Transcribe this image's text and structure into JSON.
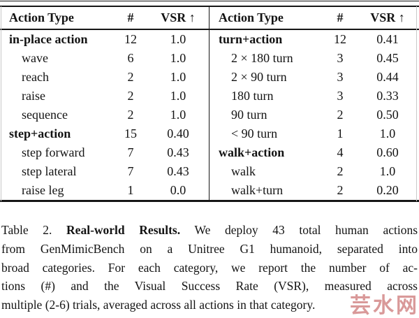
{
  "table": {
    "header": {
      "col_action": "Action Type",
      "col_count": "#",
      "col_vsr": "VSR ↑"
    },
    "left_rows": [
      {
        "label": "in-place action",
        "count": "12",
        "vsr": "1.0"
      },
      {
        "label": "wave",
        "count": "6",
        "vsr": "1.0"
      },
      {
        "label": "reach",
        "count": "2",
        "vsr": "1.0"
      },
      {
        "label": "raise",
        "count": "2",
        "vsr": "1.0"
      },
      {
        "label": "sequence",
        "count": "2",
        "vsr": "1.0"
      },
      {
        "label": "step+action",
        "count": "15",
        "vsr": "0.40"
      },
      {
        "label": "step forward",
        "count": "7",
        "vsr": "0.43"
      },
      {
        "label": "step lateral",
        "count": "7",
        "vsr": "0.43"
      },
      {
        "label": "raise leg",
        "count": "1",
        "vsr": "0.0"
      }
    ],
    "right_rows": [
      {
        "label": "turn+action",
        "count": "12",
        "vsr": "0.41"
      },
      {
        "label": "2 × 180 turn",
        "count": "3",
        "vsr": "0.45"
      },
      {
        "label": "2 × 90 turn",
        "count": "3",
        "vsr": "0.44"
      },
      {
        "label": "180 turn",
        "count": "3",
        "vsr": "0.33"
      },
      {
        "label": "90 turn",
        "count": "2",
        "vsr": "0.50"
      },
      {
        "label": "< 90 turn",
        "count": "1",
        "vsr": "1.0"
      },
      {
        "label": "walk+action",
        "count": "4",
        "vsr": "0.60"
      },
      {
        "label": "walk",
        "count": "2",
        "vsr": "1.0"
      },
      {
        "label": "walk+turn",
        "count": "2",
        "vsr": "0.20"
      }
    ]
  },
  "caption": {
    "line1_prefix": "Table 2.",
    "line1_bold": "Real-world Results.",
    "line1_rest": "We deploy 43 total human actions",
    "line2": "from GenMimicBench on a Unitree G1 humanoid, separated into",
    "line3": "broad categories. For each category, we report the number of ac-",
    "line4": "tions (#) and the Visual Success Rate (VSR), measured across",
    "line5": "multiple (2-6) trials, averaged across all actions in that category."
  },
  "watermark": {
    "text": "芸水网",
    "color": "#c25b5b"
  }
}
